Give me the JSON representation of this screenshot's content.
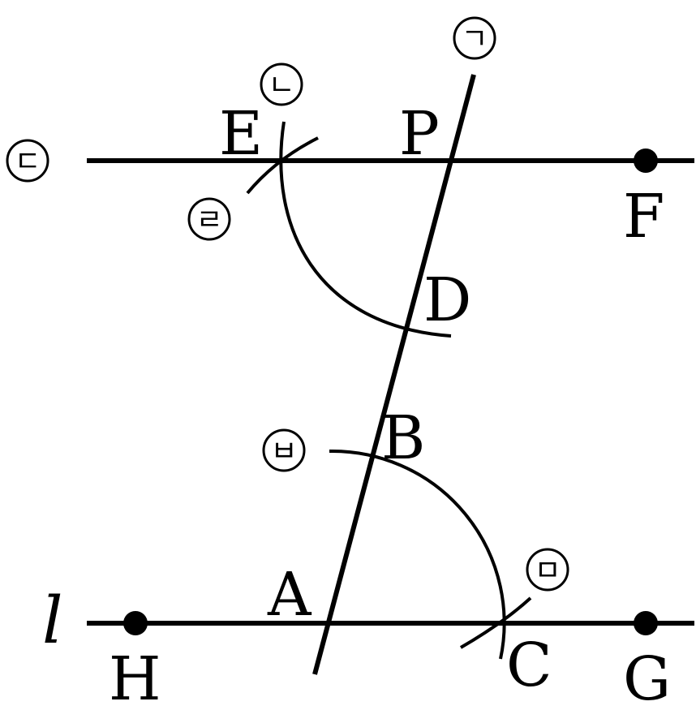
{
  "figure": {
    "line_label": "l",
    "points": {
      "A": "A",
      "B": "B",
      "C": "C",
      "D": "D",
      "E": "E",
      "F": "F",
      "G": "G",
      "H": "H",
      "P": "P"
    },
    "steps": [
      "ㄱ",
      "ㄴ",
      "ㄷ",
      "ㄹ",
      "ㅁ",
      "ㅂ"
    ]
  }
}
